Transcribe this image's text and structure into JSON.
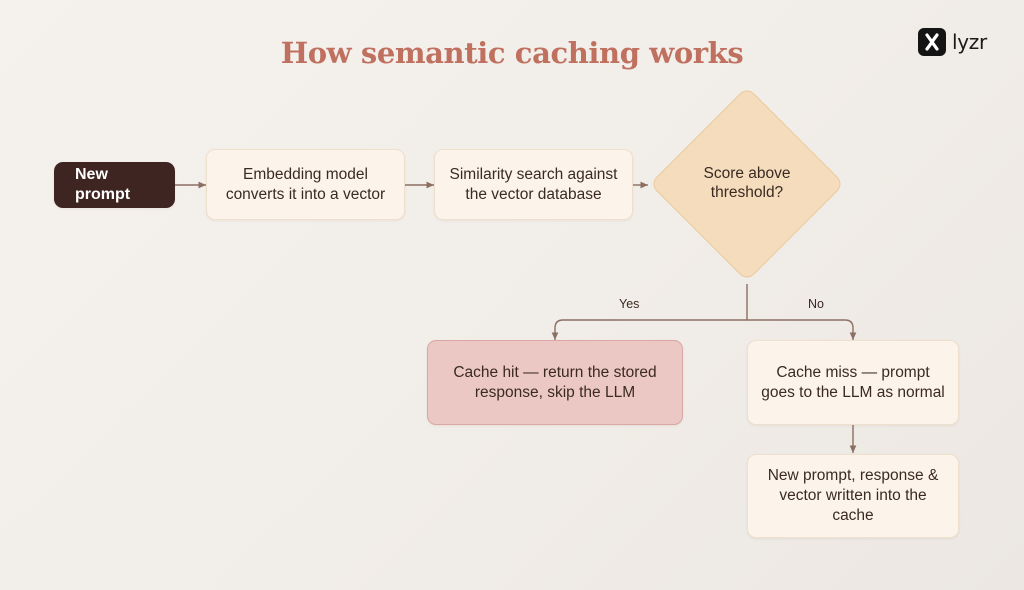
{
  "title": "How semantic caching works",
  "brand": {
    "name": "lyzr"
  },
  "colors": {
    "title": "#c0705f",
    "start_box": "#3f2522",
    "step_box": "#fcf4ea",
    "decision": "#f4dcbd",
    "cache_hit_box": "#ecc8c4",
    "connector": "#8c6f63"
  },
  "nodes": {
    "start": "New prompt",
    "embed": "Embedding model converts it into a vector",
    "search": "Similarity search against the vector database",
    "decision": "Score above threshold?",
    "hit": "Cache hit — return the stored response, skip the LLM",
    "miss": "Cache miss — prompt goes to the LLM as normal",
    "write": "New prompt, response & vector written into the cache"
  },
  "branches": {
    "yes": "Yes",
    "no": "No"
  }
}
